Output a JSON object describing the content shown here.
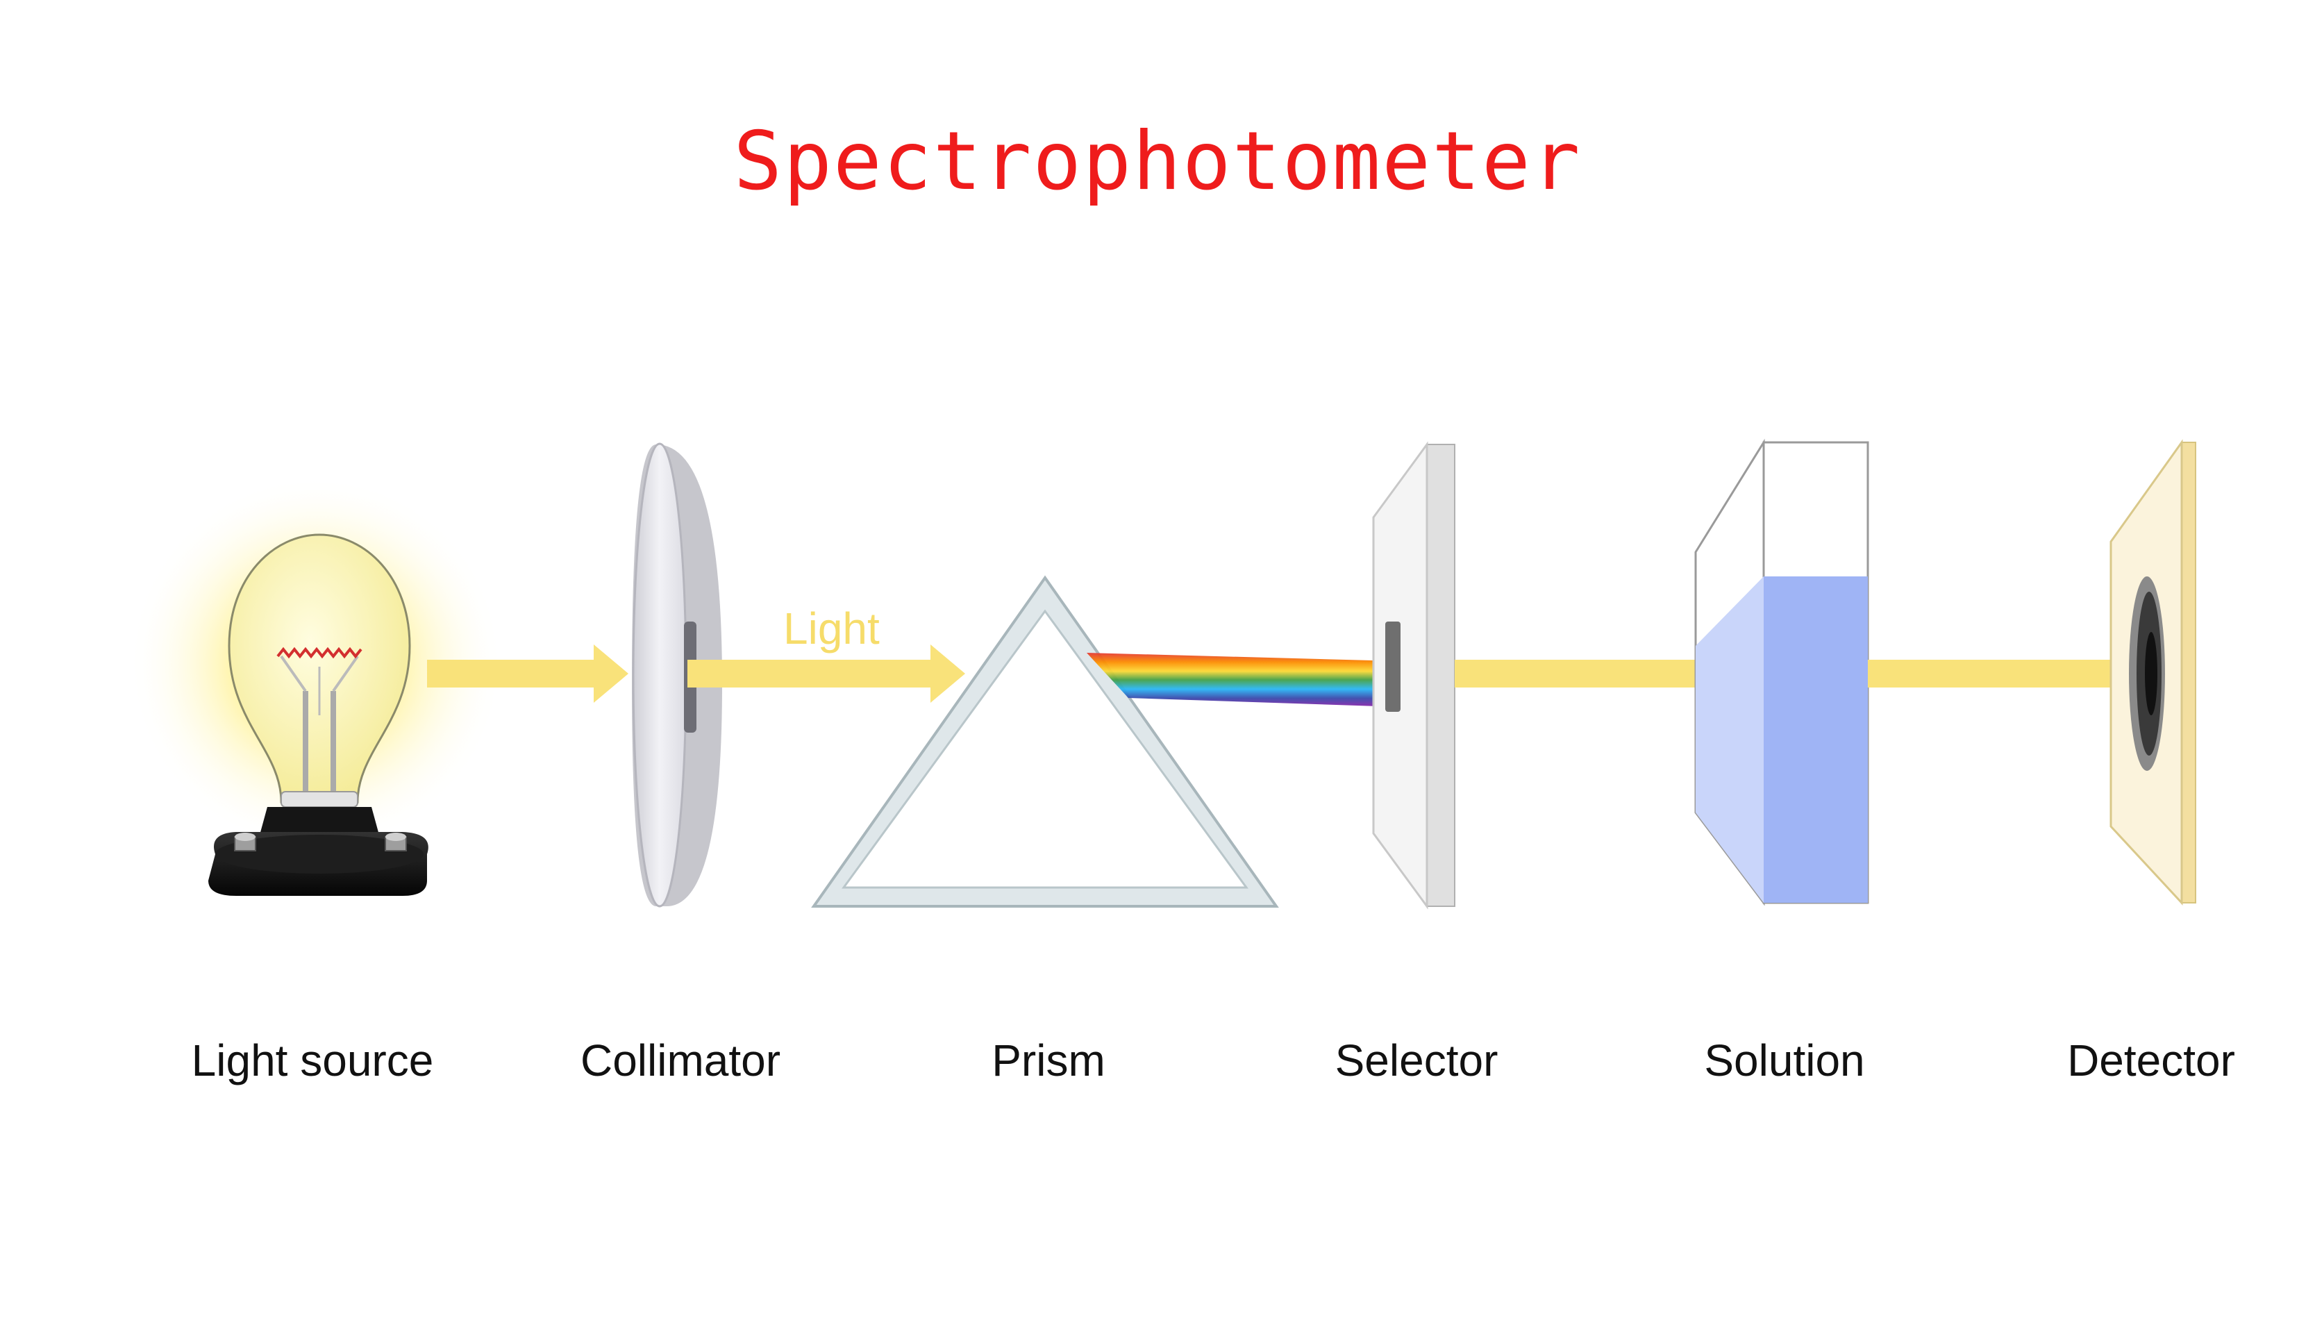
{
  "title": "Spectrophotometer",
  "beam_label": "Light",
  "components": [
    {
      "label": "Light source",
      "icon": "light-bulb-icon"
    },
    {
      "label": "Collimator",
      "icon": "collimator-lens-icon"
    },
    {
      "label": "Prism",
      "icon": "prism-icon"
    },
    {
      "label": "Selector",
      "icon": "selector-slit-icon"
    },
    {
      "label": "Solution",
      "icon": "solution-cuvette-icon"
    },
    {
      "label": "Detector",
      "icon": "detector-icon"
    }
  ],
  "colors": {
    "title": "#ef1c1c",
    "beam": "#f9e27a",
    "beam_label": "#f6dc6a",
    "solution": "#a3b8f5",
    "detector": "#fbf3dc"
  }
}
